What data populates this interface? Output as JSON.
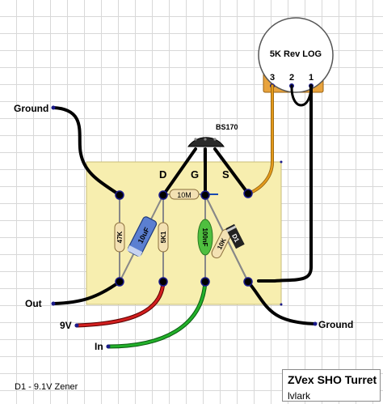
{
  "pot": {
    "label": "5K Rev LOG",
    "pins": [
      "3",
      "2",
      "1"
    ]
  },
  "transistor": {
    "label": "BS170",
    "pins": [
      "D",
      "G",
      "S"
    ]
  },
  "components": {
    "r_10m": "10M",
    "r_47k": "47K",
    "c_10uf": "10uF",
    "r_5k1": "5K1",
    "c_100nf": "100nF",
    "r_10k": "10K",
    "d1": "D1"
  },
  "labels": {
    "ground_top": "Ground",
    "ground_bottom": "Ground",
    "out": "Out",
    "nine_v": "9V",
    "in": "In"
  },
  "note": "D1 - 9.1V Zener",
  "title": {
    "main": "ZVex SHO Turret",
    "author": "lvlark"
  },
  "colors": {
    "board": "#f7eeaf",
    "wire_black": "#000000",
    "wire_red": "#d21f1f",
    "wire_green": "#22b02a",
    "wire_orange": "#e39a1c",
    "pot_body": "#e8a33d"
  }
}
